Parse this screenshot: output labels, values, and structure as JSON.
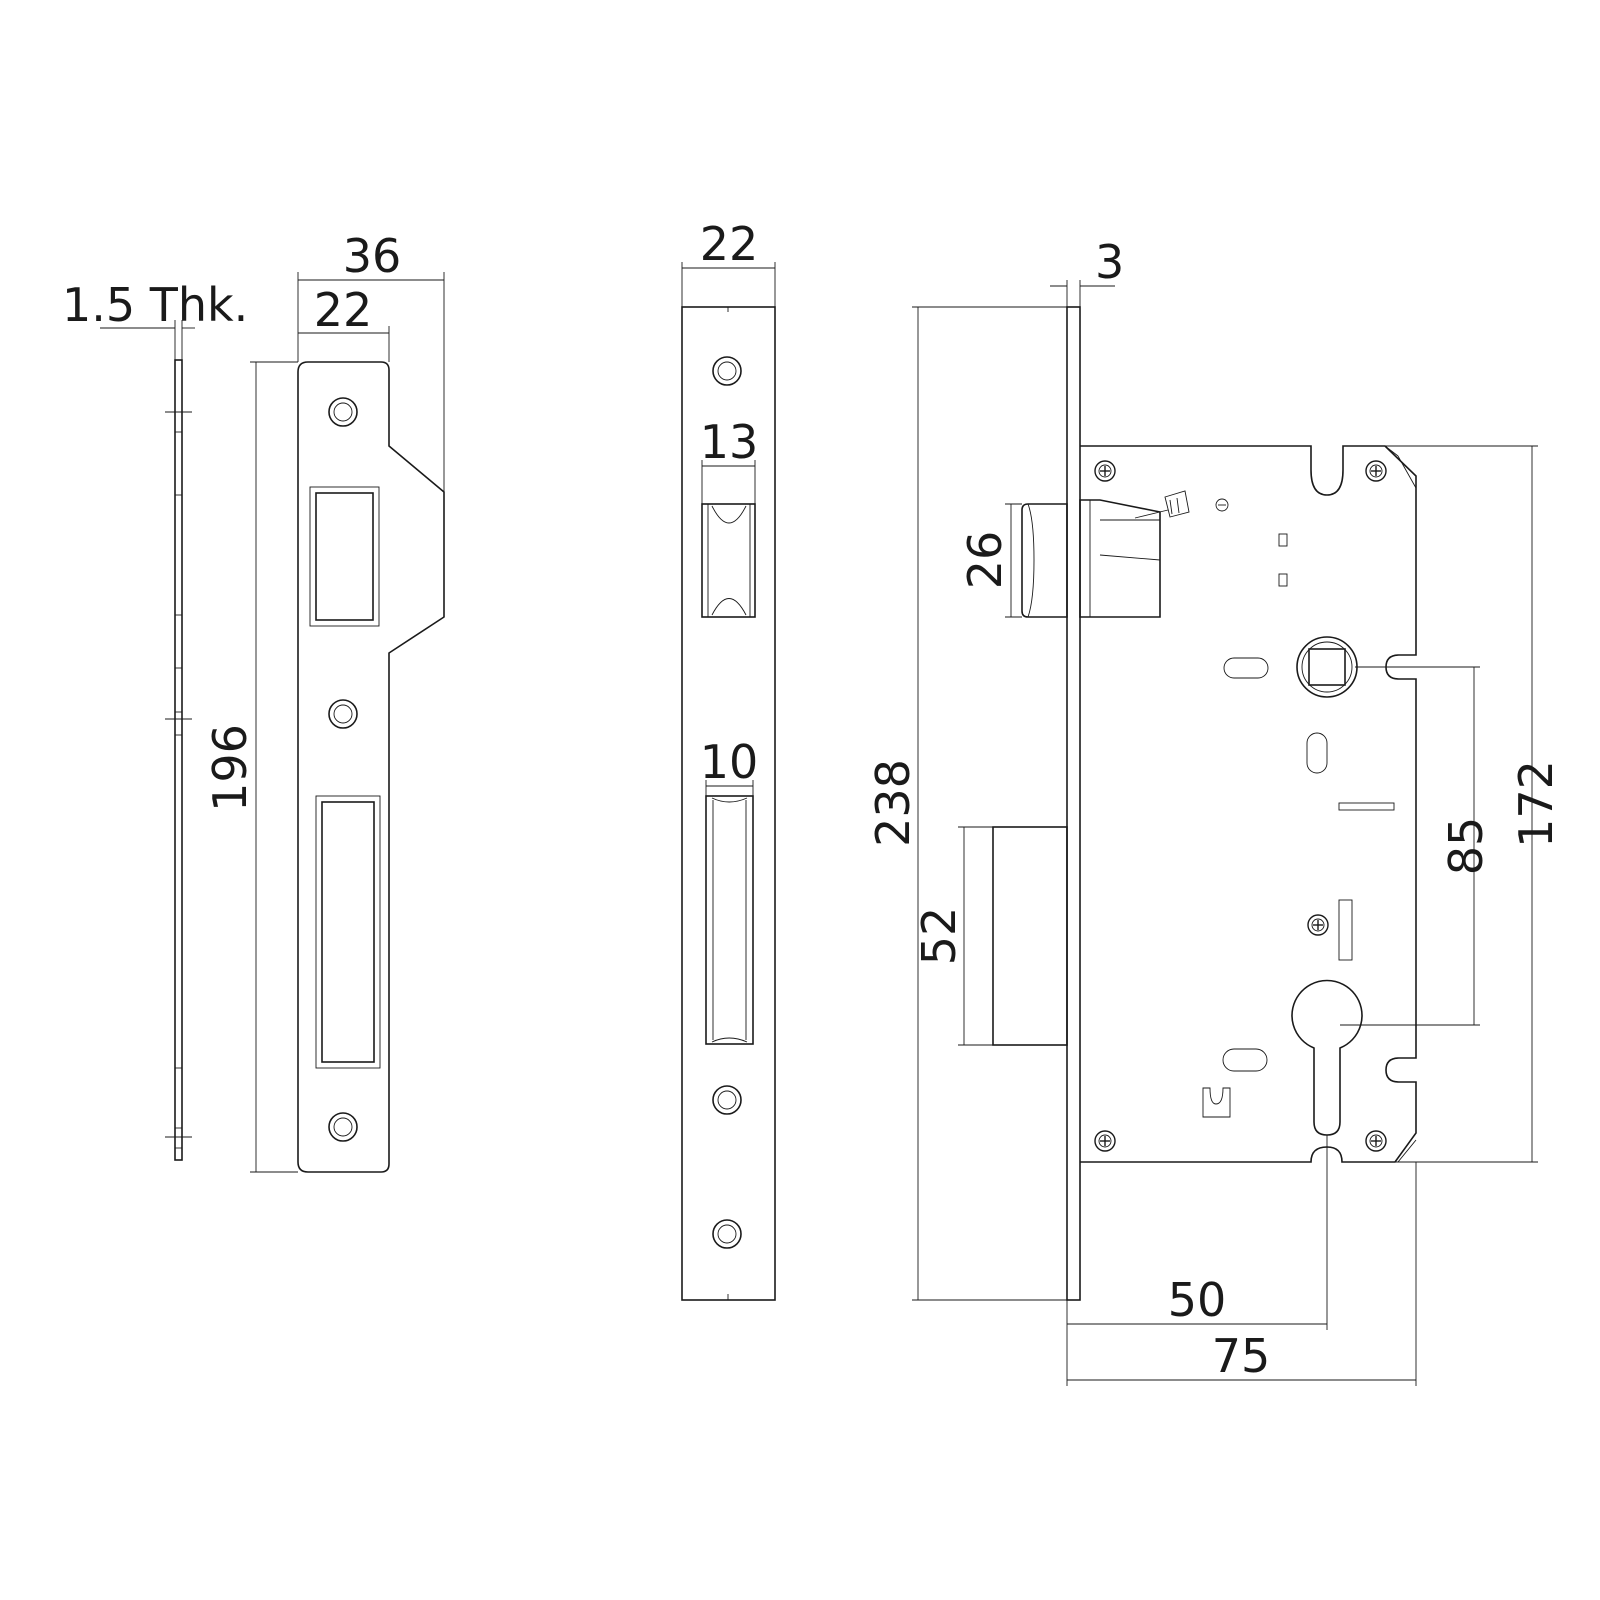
{
  "colors": {
    "line": "#1a1a1a",
    "background": "#ffffff"
  },
  "strike_plate_side": {
    "thickness_label": "1.5 Thk."
  },
  "strike_plate_front": {
    "overall_width_label": "36",
    "face_width_label": "22",
    "height_label": "196"
  },
  "lock_faceplate": {
    "width_label": "22",
    "latch_width_label": "13",
    "bolt_width_label": "10"
  },
  "lock_body": {
    "faceplate_thickness_label": "3",
    "faceplate_height_label": "238",
    "latch_height_label": "26",
    "bolt_height_label": "52",
    "case_height_label": "172",
    "centre_distance_label": "85",
    "backset_label": "50",
    "case_depth_label": "75"
  }
}
